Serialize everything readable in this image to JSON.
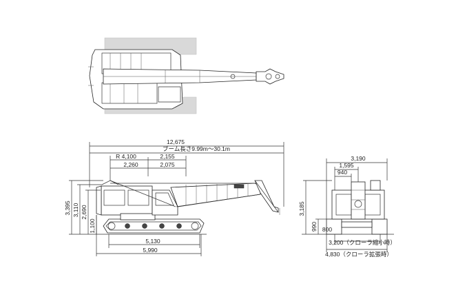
{
  "dimensions": {
    "overall_length": "12,675",
    "boom_length": "ブーム長さ9.99m～30.1m",
    "radius": "R 4,100",
    "d_2155": "2,155",
    "d_2260": "2,260",
    "d_2075": "2,075",
    "d_5130": "5,130",
    "d_5990": "5,990",
    "h_3395": "3,395",
    "h_3110": "3,110",
    "h_2690": "2,690",
    "h_1100": "1,100",
    "width_3190": "3,190",
    "width_1595": "1,595",
    "width_940": "940",
    "h_3185": "3,185",
    "h_990": "990",
    "h_800": "800",
    "crawler_retracted": "3,200（クローラ縮小時）",
    "crawler_extended": "4,830（クローラ拡張時）"
  }
}
